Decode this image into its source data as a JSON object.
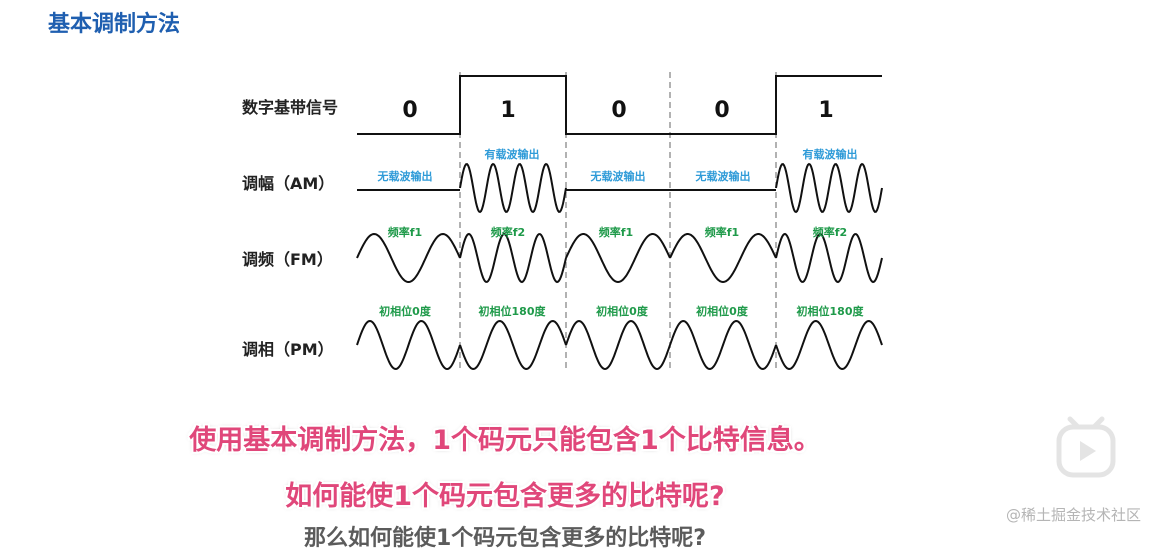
{
  "title": "基本调制方法",
  "rows": {
    "digital": "数字基带信号",
    "am": "调幅（AM）",
    "fm": "调频（FM）",
    "pm": "调相（PM）"
  },
  "bits": [
    "0",
    "1",
    "0",
    "0",
    "1"
  ],
  "am_annotations": [
    "无载波输出",
    "有载波输出",
    "无载波输出",
    "无载波输出",
    "有载波输出"
  ],
  "fm_annotations": [
    "频率f1",
    "频率f2",
    "频率f1",
    "频率f1",
    "频率f2"
  ],
  "pm_annotations": [
    "初相位0度",
    "初相位180度",
    "初相位0度",
    "初相位0度",
    "初相位180度"
  ],
  "captions": {
    "line1": "使用基本调制方法，1个码元只能包含1个比特信息。",
    "line2": "如何能使1个码元包含更多的比特呢?",
    "line3": "那么如何能使1个码元包含更多的比特呢?"
  },
  "watermark": "@稀土掘金技术社区",
  "icons": {
    "play": "play-button-icon"
  },
  "colors": {
    "title": "#1f5fb0",
    "caption": "#e0477a",
    "am_note": "#2f9bd8",
    "fm_pm_note": "#1f9a4a",
    "play": "#e4e4e4"
  },
  "chart_data": {
    "type": "diagram",
    "symbols": [
      0,
      1,
      0,
      0,
      1
    ],
    "am_carrier_on": [
      false,
      true,
      false,
      false,
      true
    ],
    "fm_frequency": [
      "f1",
      "f2",
      "f1",
      "f1",
      "f2"
    ],
    "pm_phase_deg": [
      0,
      180,
      0,
      0,
      180
    ]
  }
}
